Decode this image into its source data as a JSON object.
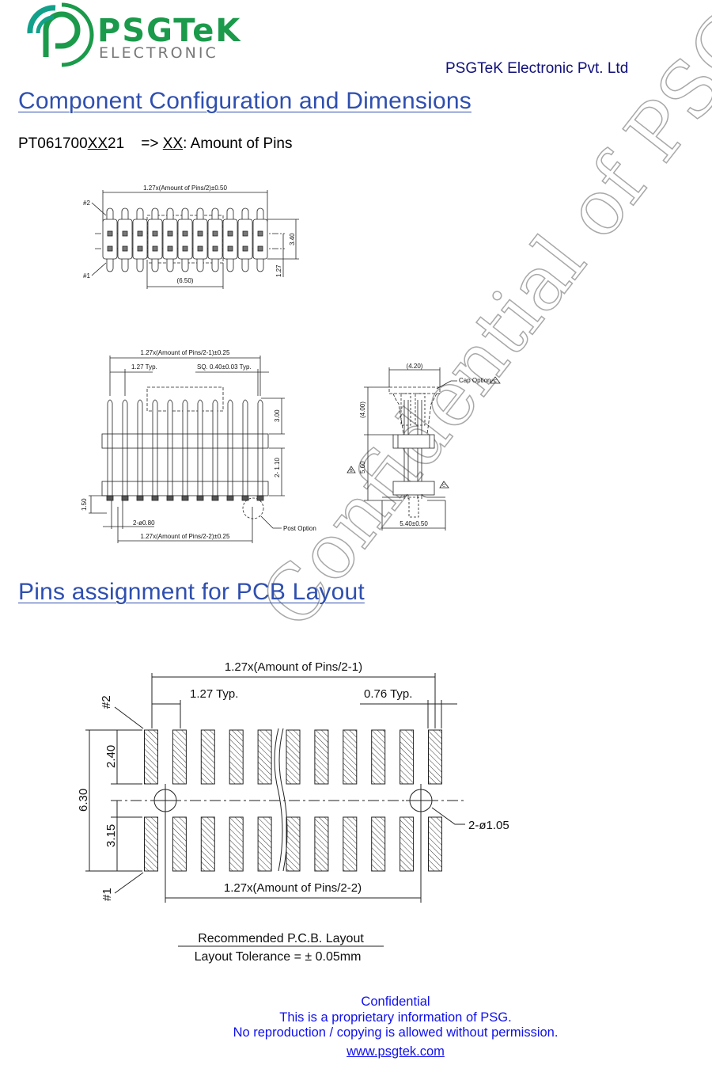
{
  "logo": {
    "brand": "PSGTeK",
    "sub": "ELECTRONIC",
    "green": "#1a9a4a",
    "teal": "#12a08a",
    "gray": "#777777"
  },
  "company": "PSGTeK Electronic Pvt. Ltd",
  "section1": {
    "title": "Component Configuration and Dimensions",
    "part_prefix": "PT061700",
    "part_xx": "XX",
    "part_suffix": "21",
    "arrow": "    => ",
    "xx_label": "XX",
    "xx_desc": ": Amount of Pins"
  },
  "top_view": {
    "width_dim": "1.27x(Amount of Pins/2)±0.50",
    "pin2": "#2",
    "pin1": "#1",
    "height_dim": "3.40",
    "pitch_dim": "1.27",
    "cap_dim": "(6.50)"
  },
  "front_view": {
    "width_dim": "1.27x(Amount of Pins/2-1)±0.25",
    "pitch": "1.27 Typ.",
    "sq": "SQ. 0.40±0.03 Typ.",
    "tip": "3.00",
    "band": "2- 1.10",
    "post_len": "1.50",
    "post_dia": "2-ø0.80",
    "post_span": "1.27x(Amount of Pins/2-2)±0.25",
    "post_option": "Post Option"
  },
  "side_view": {
    "cap_width": "(4.20)",
    "cap_option": "Cap Option",
    "cap_height": "(4.00)",
    "height": "5.60",
    "base_width": "5.40±0.50",
    "note_b": "B",
    "note_c": "C"
  },
  "section2": {
    "title": "Pins assignment for PCB Layout"
  },
  "pcb": {
    "width_dim": "1.27x(Amount of Pins/2-1)",
    "pitch": "1.27 Typ.",
    "pad_width": "0.76 Typ.",
    "pin2": "#2",
    "pin1": "#1",
    "total_h": "6.30",
    "pad_h": "2.40",
    "row_offset": "3.15",
    "holes": "2-ø1.05",
    "hole_span": "1.27x(Amount of Pins/2-2)",
    "caption1": "Recommended P.C.B. Layout",
    "caption2": "Layout Tolerance = ± 0.05mm"
  },
  "watermark": "Confidential of PSG",
  "footer": {
    "line1": "Confidential",
    "line2": "This is a proprietary information of PSG.",
    "line3": "No reproduction / copying is allowed without permission.",
    "link": "www.psgtek.com"
  }
}
